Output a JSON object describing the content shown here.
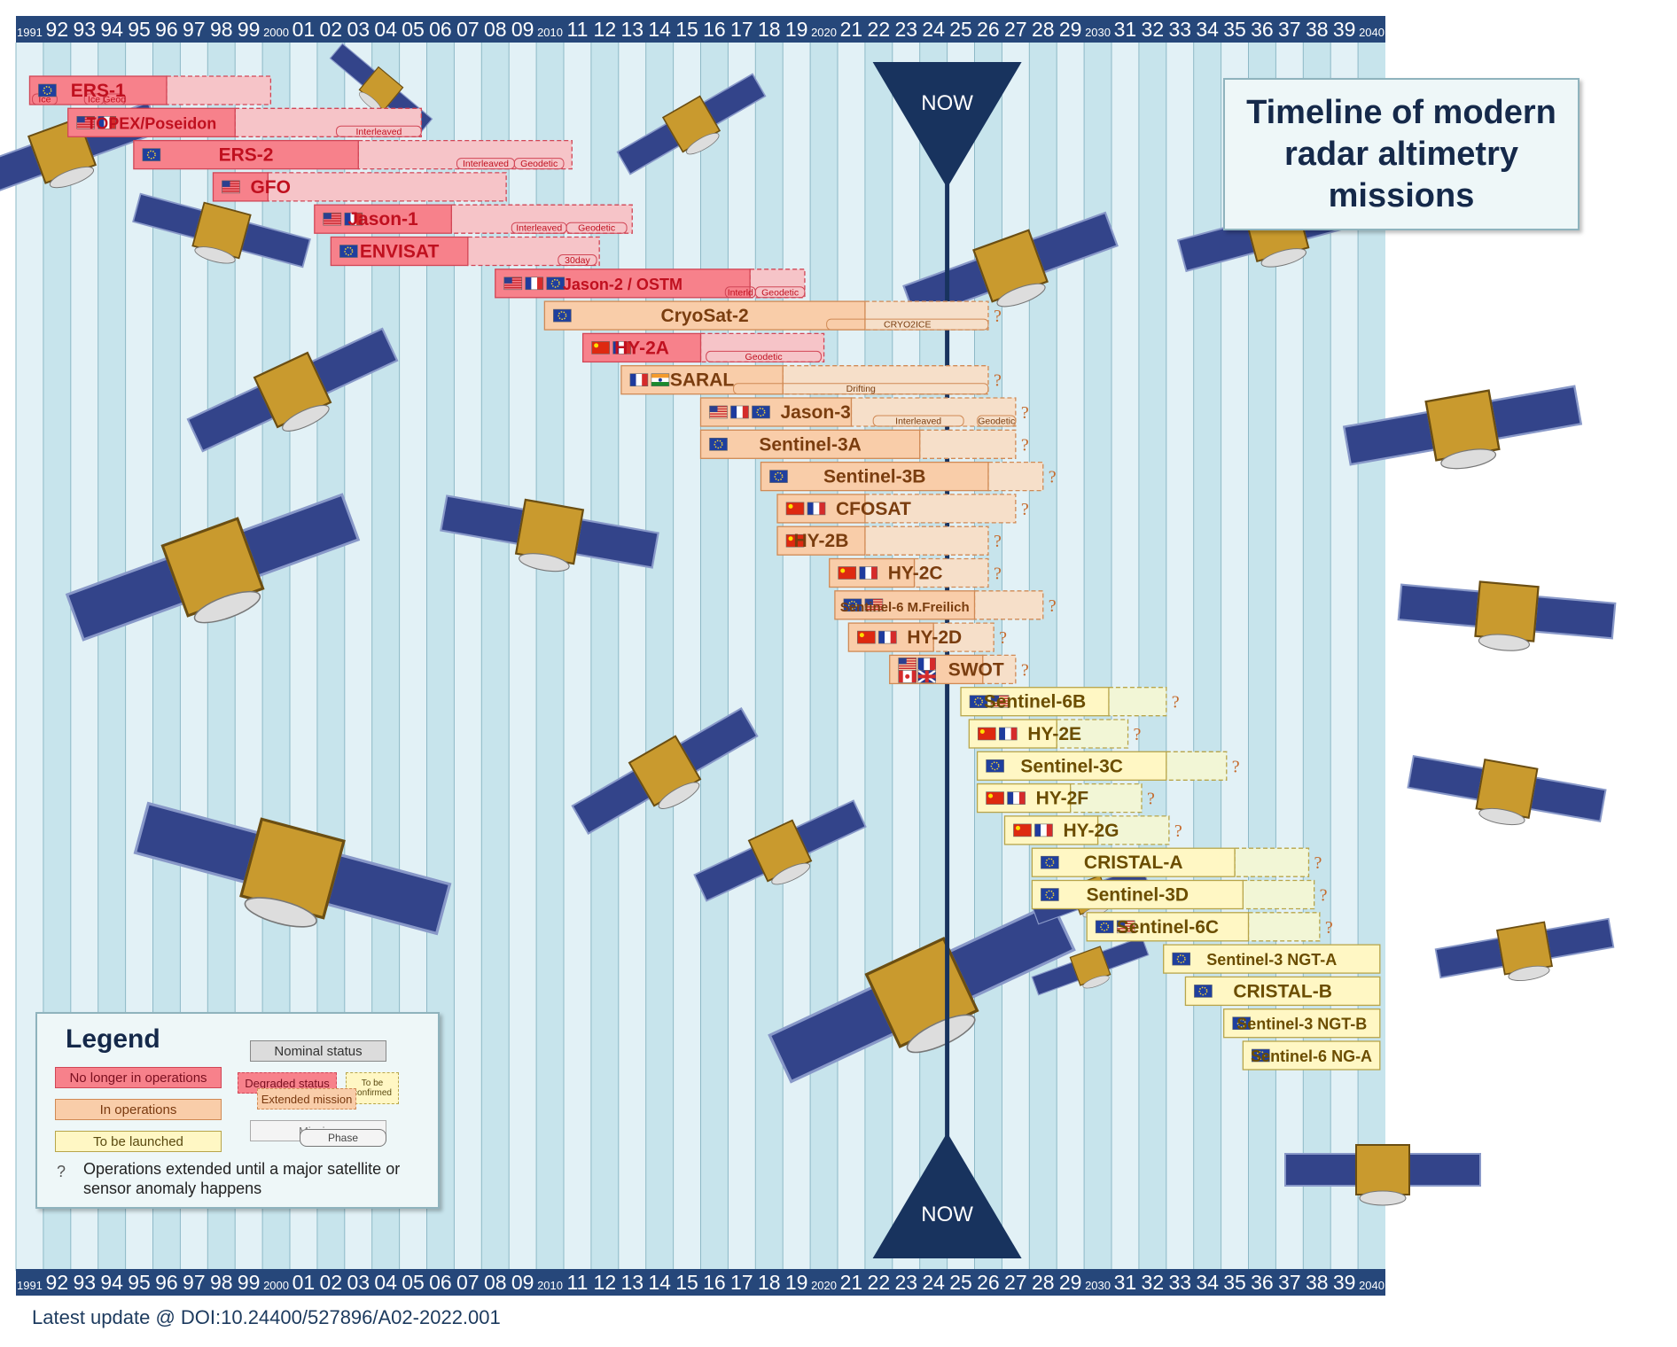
{
  "title": "Timeline of modern radar altimetry missions",
  "footer": "Latest update @ DOI:10.24400/527896/A02-2022.001",
  "now_label": "NOW",
  "legend": {
    "title": "Legend",
    "nominal": "Nominal status",
    "no_longer": "No longer in operations",
    "degraded": "Degraded status",
    "in_operations": "In operations",
    "extended": "Extended mission",
    "to_be_confirmed": "To be confirmed",
    "to_be_launched": "To be launched",
    "mission": "Mission",
    "phase": "Phase",
    "note": "Operations extended until a major satellite or sensor anomaly happens"
  },
  "colors": {
    "grid_light": "#e2f1f6",
    "grid_dark": "#c7e4ec",
    "axis_bar": "#26477a",
    "no_longer_operations": "#f7818b",
    "in_operations": "#f9cda9",
    "to_be_launched": "#fff7c4",
    "now_marker": "#18335e"
  },
  "chart_data": {
    "type": "gantt",
    "x_axis": {
      "range": [
        1991,
        2041
      ],
      "tick_labels": [
        "1991",
        "92",
        "93",
        "94",
        "95",
        "96",
        "97",
        "98",
        "99",
        "2000",
        "01",
        "02",
        "03",
        "04",
        "05",
        "06",
        "07",
        "08",
        "09",
        "2010",
        "11",
        "12",
        "13",
        "14",
        "15",
        "16",
        "17",
        "18",
        "19",
        "2020",
        "21",
        "22",
        "23",
        "24",
        "25",
        "26",
        "27",
        "28",
        "29",
        "2030",
        "31",
        "32",
        "33",
        "34",
        "35",
        "36",
        "37",
        "38",
        "39",
        "2040"
      ]
    },
    "now": 2025.0,
    "missions": [
      {
        "name": "ERS-1",
        "status": "ended",
        "start": 1991.5,
        "nominal_end": 1996.5,
        "end": 2000.3,
        "flags": [
          "eu"
        ],
        "phases": [
          {
            "label": "Ice",
            "start": 1991.6,
            "end": 1992.5
          },
          {
            "label": "Ice",
            "start": 1993.5,
            "end": 1994.2
          },
          {
            "label": "Geod",
            "start": 1994.2,
            "end": 1995.0
          }
        ]
      },
      {
        "name": "TOPEX/Poseidon",
        "status": "ended",
        "start": 1992.9,
        "nominal_end": 1999.0,
        "end": 2005.8,
        "flags": [
          "us",
          "fr"
        ],
        "phases": [
          {
            "label": "Interleaved",
            "start": 2002.7,
            "end": 2005.8
          }
        ]
      },
      {
        "name": "ERS-2",
        "status": "ended",
        "start": 1995.3,
        "nominal_end": 2003.5,
        "end": 2011.3,
        "flags": [
          "eu"
        ],
        "phases": [
          {
            "label": "Interleaved",
            "start": 2007.1,
            "end": 2009.2
          },
          {
            "label": "Geodetic",
            "start": 2009.2,
            "end": 2011.0
          }
        ]
      },
      {
        "name": "GFO",
        "status": "ended",
        "start": 1998.2,
        "nominal_end": 2000.2,
        "end": 2008.9,
        "flags": [
          "us"
        ],
        "phases": []
      },
      {
        "name": "Jason-1",
        "status": "ended",
        "start": 2001.9,
        "nominal_end": 2006.9,
        "end": 2013.5,
        "flags": [
          "us",
          "fr"
        ],
        "phases": [
          {
            "label": "Interleaved",
            "start": 2009.1,
            "end": 2011.1
          },
          {
            "label": "Geodetic",
            "start": 2011.1,
            "end": 2013.3
          }
        ]
      },
      {
        "name": "ENVISAT",
        "status": "ended",
        "start": 2002.5,
        "nominal_end": 2007.5,
        "end": 2012.3,
        "flags": [
          "eu"
        ],
        "phases": [
          {
            "label": "30day",
            "start": 2010.8,
            "end": 2012.2
          }
        ]
      },
      {
        "name": "Jason-2 / OSTM",
        "status": "ended",
        "start": 2008.5,
        "nominal_end": 2017.8,
        "end": 2019.8,
        "flags": [
          "us",
          "fr",
          "eu"
        ],
        "phases": [
          {
            "label": "Interld",
            "start": 2016.9,
            "end": 2018.0
          },
          {
            "label": "Geodetic",
            "start": 2018.0,
            "end": 2019.8
          }
        ]
      },
      {
        "name": "CryoSat-2",
        "status": "operating",
        "start": 2010.3,
        "nominal_end": 2022.0,
        "end": 2026.5,
        "flags": [
          "eu"
        ],
        "confirm": true,
        "phases": [
          {
            "label": "CRYO2ICE",
            "start": 2020.6,
            "end": 2026.5
          }
        ]
      },
      {
        "name": "HY-2A",
        "status": "ended",
        "start": 2011.7,
        "nominal_end": 2016.0,
        "end": 2020.5,
        "flags": [
          "cn",
          "fr"
        ],
        "phases": [
          {
            "label": "Geodetic",
            "start": 2016.2,
            "end": 2020.4
          }
        ]
      },
      {
        "name": "SARAL",
        "status": "operating",
        "start": 2013.1,
        "nominal_end": 2019.0,
        "end": 2026.5,
        "flags": [
          "fr",
          "in"
        ],
        "confirm": true,
        "phases": [
          {
            "label": "Drifting",
            "start": 2017.2,
            "end": 2026.5
          }
        ]
      },
      {
        "name": "Jason-3",
        "status": "operating",
        "start": 2016.0,
        "nominal_end": 2021.5,
        "end": 2027.5,
        "flags": [
          "us",
          "fr",
          "eu"
        ],
        "confirm": true,
        "phases": [
          {
            "label": "Interleaved",
            "start": 2022.3,
            "end": 2025.6
          },
          {
            "label": "Geodetic",
            "start": 2026.1,
            "end": 2027.5
          }
        ]
      },
      {
        "name": "Sentinel-3A",
        "status": "operating",
        "start": 2016.0,
        "nominal_end": 2024.0,
        "end": 2027.5,
        "flags": [
          "eu"
        ],
        "confirm": true,
        "phases": []
      },
      {
        "name": "Sentinel-3B",
        "status": "operating",
        "start": 2018.2,
        "nominal_end": 2026.5,
        "end": 2028.5,
        "flags": [
          "eu"
        ],
        "confirm": true,
        "phases": []
      },
      {
        "name": "CFOSAT",
        "status": "operating",
        "start": 2018.8,
        "nominal_end": 2022.0,
        "end": 2027.5,
        "flags": [
          "cn",
          "fr"
        ],
        "confirm": true,
        "phases": []
      },
      {
        "name": "HY-2B",
        "status": "operating",
        "start": 2018.8,
        "nominal_end": 2022.0,
        "end": 2026.5,
        "flags": [
          "cn"
        ],
        "confirm": true,
        "phases": []
      },
      {
        "name": "HY-2C",
        "status": "operating",
        "start": 2020.7,
        "nominal_end": 2023.8,
        "end": 2026.5,
        "flags": [
          "cn",
          "fr"
        ],
        "confirm": true,
        "phases": []
      },
      {
        "name": "Sentinel-6 M.Freilich",
        "status": "operating",
        "start": 2020.9,
        "nominal_end": 2026.0,
        "end": 2028.5,
        "flags": [
          "eu",
          "us"
        ],
        "confirm": true,
        "phases": []
      },
      {
        "name": "HY-2D",
        "status": "operating",
        "start": 2021.4,
        "nominal_end": 2024.5,
        "end": 2026.7,
        "flags": [
          "cn",
          "fr"
        ],
        "confirm": true,
        "phases": []
      },
      {
        "name": "SWOT",
        "status": "operating",
        "start": 2022.9,
        "nominal_end": 2026.3,
        "end": 2027.5,
        "flags": [
          "us",
          "fr",
          "ca",
          "uk"
        ],
        "confirm": true,
        "phases": []
      },
      {
        "name": "Sentinel-6B",
        "status": "planned",
        "start": 2025.5,
        "nominal_end": 2030.9,
        "end": 2033.0,
        "flags": [
          "eu",
          "us"
        ],
        "confirm": true,
        "phases": []
      },
      {
        "name": "HY-2E",
        "status": "planned",
        "start": 2025.8,
        "nominal_end": 2029.0,
        "end": 2031.6,
        "flags": [
          "cn",
          "fr"
        ],
        "confirm": true,
        "phases": []
      },
      {
        "name": "Sentinel-3C",
        "status": "planned",
        "start": 2026.1,
        "nominal_end": 2033.0,
        "end": 2035.2,
        "flags": [
          "eu"
        ],
        "confirm": true,
        "phases": []
      },
      {
        "name": "HY-2F",
        "status": "planned",
        "start": 2026.1,
        "nominal_end": 2029.5,
        "end": 2032.1,
        "flags": [
          "cn",
          "fr"
        ],
        "confirm": true,
        "phases": []
      },
      {
        "name": "HY-2G",
        "status": "planned",
        "start": 2027.1,
        "nominal_end": 2030.5,
        "end": 2033.1,
        "flags": [
          "cn",
          "fr"
        ],
        "confirm": true,
        "phases": []
      },
      {
        "name": "CRISTAL-A",
        "status": "planned",
        "start": 2028.1,
        "nominal_end": 2035.5,
        "end": 2038.2,
        "flags": [
          "eu"
        ],
        "confirm": true,
        "phases": []
      },
      {
        "name": "Sentinel-3D",
        "status": "planned",
        "start": 2028.1,
        "nominal_end": 2035.8,
        "end": 2038.4,
        "flags": [
          "eu"
        ],
        "confirm": true,
        "phases": []
      },
      {
        "name": "Sentinel-6C",
        "status": "planned",
        "start": 2030.1,
        "nominal_end": 2036.0,
        "end": 2038.6,
        "flags": [
          "eu",
          "us"
        ],
        "confirm": true,
        "phases": []
      },
      {
        "name": "Sentinel-3 NGT-A",
        "status": "planned",
        "start": 2032.9,
        "nominal_end": 2040.8,
        "end": 2040.8,
        "flags": [
          "eu"
        ],
        "confirm": false,
        "phases": []
      },
      {
        "name": "CRISTAL-B",
        "status": "planned",
        "start": 2033.7,
        "nominal_end": 2040.8,
        "end": 2040.8,
        "flags": [
          "eu"
        ],
        "confirm": false,
        "phases": []
      },
      {
        "name": "Sentinel-3 NGT-B",
        "status": "planned",
        "start": 2035.1,
        "nominal_end": 2040.8,
        "end": 2040.8,
        "flags": [
          "eu"
        ],
        "confirm": false,
        "phases": []
      },
      {
        "name": "Sentinel-6 NG-A",
        "status": "planned",
        "start": 2035.8,
        "nominal_end": 2040.8,
        "end": 2040.8,
        "flags": [
          "eu"
        ],
        "confirm": false,
        "phases": []
      }
    ]
  }
}
